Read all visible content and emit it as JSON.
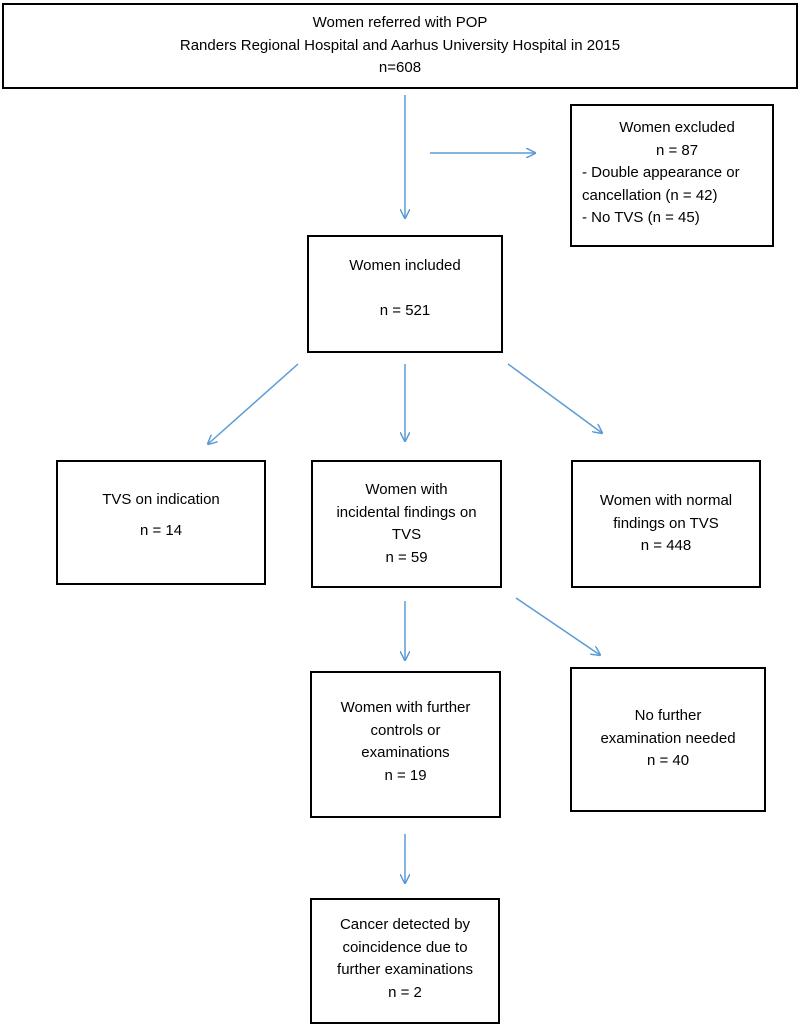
{
  "boxes": {
    "referred": {
      "lines": [
        "Women referred with POP",
        "Randers Regional Hospital and Aarhus University Hospital in 2015",
        "n=608"
      ]
    },
    "excluded": {
      "title": "Women excluded",
      "count": "n = 87",
      "reasons": [
        "- Double appearance or",
        "cancellation (n = 42)",
        "- No TVS (n = 45)"
      ]
    },
    "included": {
      "title": "Women included",
      "count": "n = 521"
    },
    "tvs_indication": {
      "title": "TVS on indication",
      "count": "n = 14"
    },
    "incidental": {
      "lines": [
        "Women with",
        "incidental findings on",
        "TVS",
        "n = 59"
      ]
    },
    "normal": {
      "lines": [
        "Women with normal",
        "findings on TVS",
        "n = 448"
      ]
    },
    "further": {
      "lines": [
        "Women with further",
        "controls or",
        "examinations",
        "n = 19"
      ]
    },
    "no_further": {
      "lines": [
        "No further",
        "examination needed",
        "n = 40"
      ]
    },
    "cancer": {
      "lines": [
        "Cancer detected by",
        "coincidence due to",
        "further examinations",
        "n = 2"
      ]
    }
  },
  "colors": {
    "arrow": "#5b9bd5",
    "box_border": "#000000"
  }
}
